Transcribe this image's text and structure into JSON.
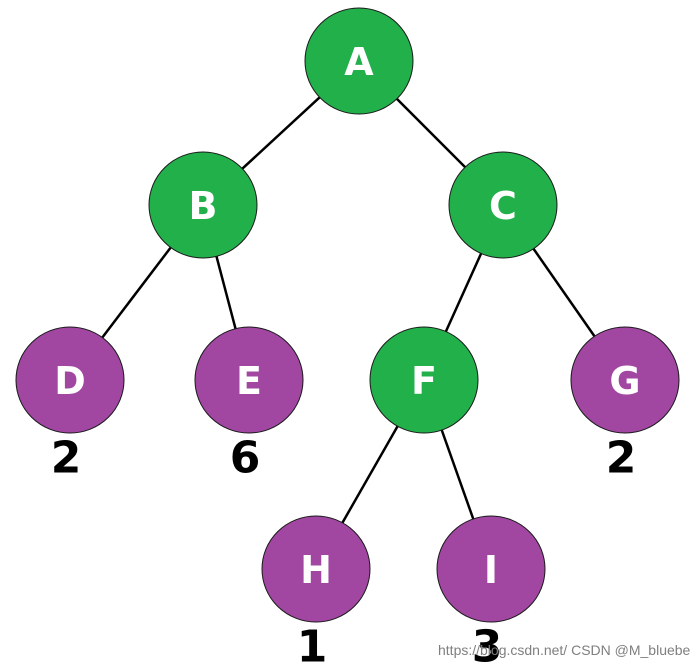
{
  "colors": {
    "internal_node": "#22b04b",
    "leaf_node": "#a146a1",
    "edge": "#000000",
    "label": "#ffffff",
    "weight": "#000000"
  },
  "nodes": [
    {
      "id": "A",
      "label": "A",
      "kind": "internal",
      "weight": ""
    },
    {
      "id": "B",
      "label": "B",
      "kind": "internal",
      "weight": ""
    },
    {
      "id": "C",
      "label": "C",
      "kind": "internal",
      "weight": ""
    },
    {
      "id": "D",
      "label": "D",
      "kind": "leaf",
      "weight": "2"
    },
    {
      "id": "E",
      "label": "E",
      "kind": "leaf",
      "weight": "6"
    },
    {
      "id": "F",
      "label": "F",
      "kind": "internal",
      "weight": ""
    },
    {
      "id": "G",
      "label": "G",
      "kind": "leaf",
      "weight": "2"
    },
    {
      "id": "H",
      "label": "H",
      "kind": "leaf",
      "weight": "1"
    },
    {
      "id": "I",
      "label": "I",
      "kind": "leaf",
      "weight": "3"
    }
  ],
  "edges": [
    [
      "A",
      "B"
    ],
    [
      "A",
      "C"
    ],
    [
      "B",
      "D"
    ],
    [
      "B",
      "E"
    ],
    [
      "C",
      "F"
    ],
    [
      "C",
      "G"
    ],
    [
      "F",
      "H"
    ],
    [
      "F",
      "I"
    ]
  ],
  "watermark": "https://blog.csdn.net/  CSDN @M_blueberry"
}
